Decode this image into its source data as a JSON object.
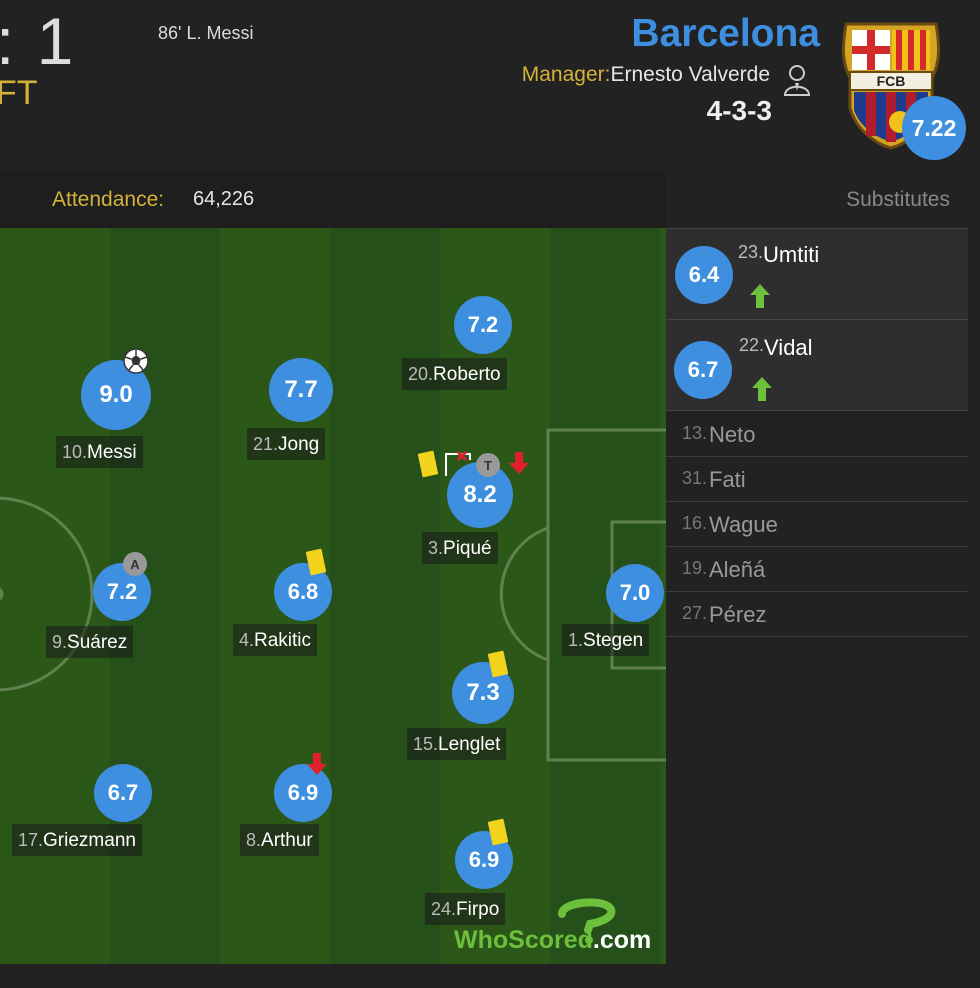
{
  "header": {
    "score_fragment": ": 1",
    "status": "FT",
    "scorer": "86' L. Messi",
    "team_name": "Barcelona",
    "manager_label": "Manager:",
    "manager_name": "Ernesto Valverde",
    "formation": "4-3-3",
    "crest_text": "FCB",
    "team_rating": "7.22"
  },
  "attendance": {
    "label": "Attendance:",
    "value": "64,226"
  },
  "players": [
    {
      "id": "messi",
      "number": "10.",
      "name": "Messi",
      "rating": "9.0",
      "events": [
        "goal"
      ]
    },
    {
      "id": "jong",
      "number": "21.",
      "name": "Jong",
      "rating": "7.7",
      "events": []
    },
    {
      "id": "roberto",
      "number": "20.",
      "name": "Roberto",
      "rating": "7.2",
      "events": []
    },
    {
      "id": "pique",
      "number": "3.",
      "name": "Piqué",
      "rating": "8.2",
      "events": [
        "yellow-card",
        "missed-goal",
        "T",
        "sub-off"
      ]
    },
    {
      "id": "suarez",
      "number": "9.",
      "name": "Suárez",
      "rating": "7.2",
      "events": [
        "A"
      ]
    },
    {
      "id": "rakitic",
      "number": "4.",
      "name": "Rakitic",
      "rating": "6.8",
      "events": [
        "yellow-card"
      ]
    },
    {
      "id": "stegen",
      "number": "1.",
      "name": "Stegen",
      "rating": "7.0",
      "events": []
    },
    {
      "id": "lenglet",
      "number": "15.",
      "name": "Lenglet",
      "rating": "7.3",
      "events": [
        "yellow-card"
      ]
    },
    {
      "id": "griezmann",
      "number": "17.",
      "name": "Griezmann",
      "rating": "6.7",
      "events": []
    },
    {
      "id": "arthur",
      "number": "8.",
      "name": "Arthur",
      "rating": "6.9",
      "events": [
        "sub-off"
      ]
    },
    {
      "id": "firpo",
      "number": "24.",
      "name": "Firpo",
      "rating": "6.9",
      "events": [
        "yellow-card"
      ]
    }
  ],
  "badges": {
    "captain": "A",
    "t_badge": "T"
  },
  "substitutes": {
    "title": "Substitutes",
    "used": [
      {
        "number": "23.",
        "name": "Umtiti",
        "rating": "6.4"
      },
      {
        "number": "22.",
        "name": "Vidal",
        "rating": "6.7"
      }
    ],
    "unused": [
      {
        "number": "13.",
        "name": "Neto"
      },
      {
        "number": "31.",
        "name": "Fati"
      },
      {
        "number": "16.",
        "name": "Wague"
      },
      {
        "number": "19.",
        "name": "Aleñá"
      },
      {
        "number": "27.",
        "name": "Pérez"
      }
    ]
  },
  "watermark": {
    "brand": "WhoScored",
    "suffix": ".com"
  },
  "colors": {
    "accent": "#3f8fe0",
    "gold": "#d4b23a",
    "pitch": "#2b5719",
    "yellow_card": "#f2d41d",
    "sub_off": "#e0202a",
    "sub_on": "#6cc03c"
  }
}
